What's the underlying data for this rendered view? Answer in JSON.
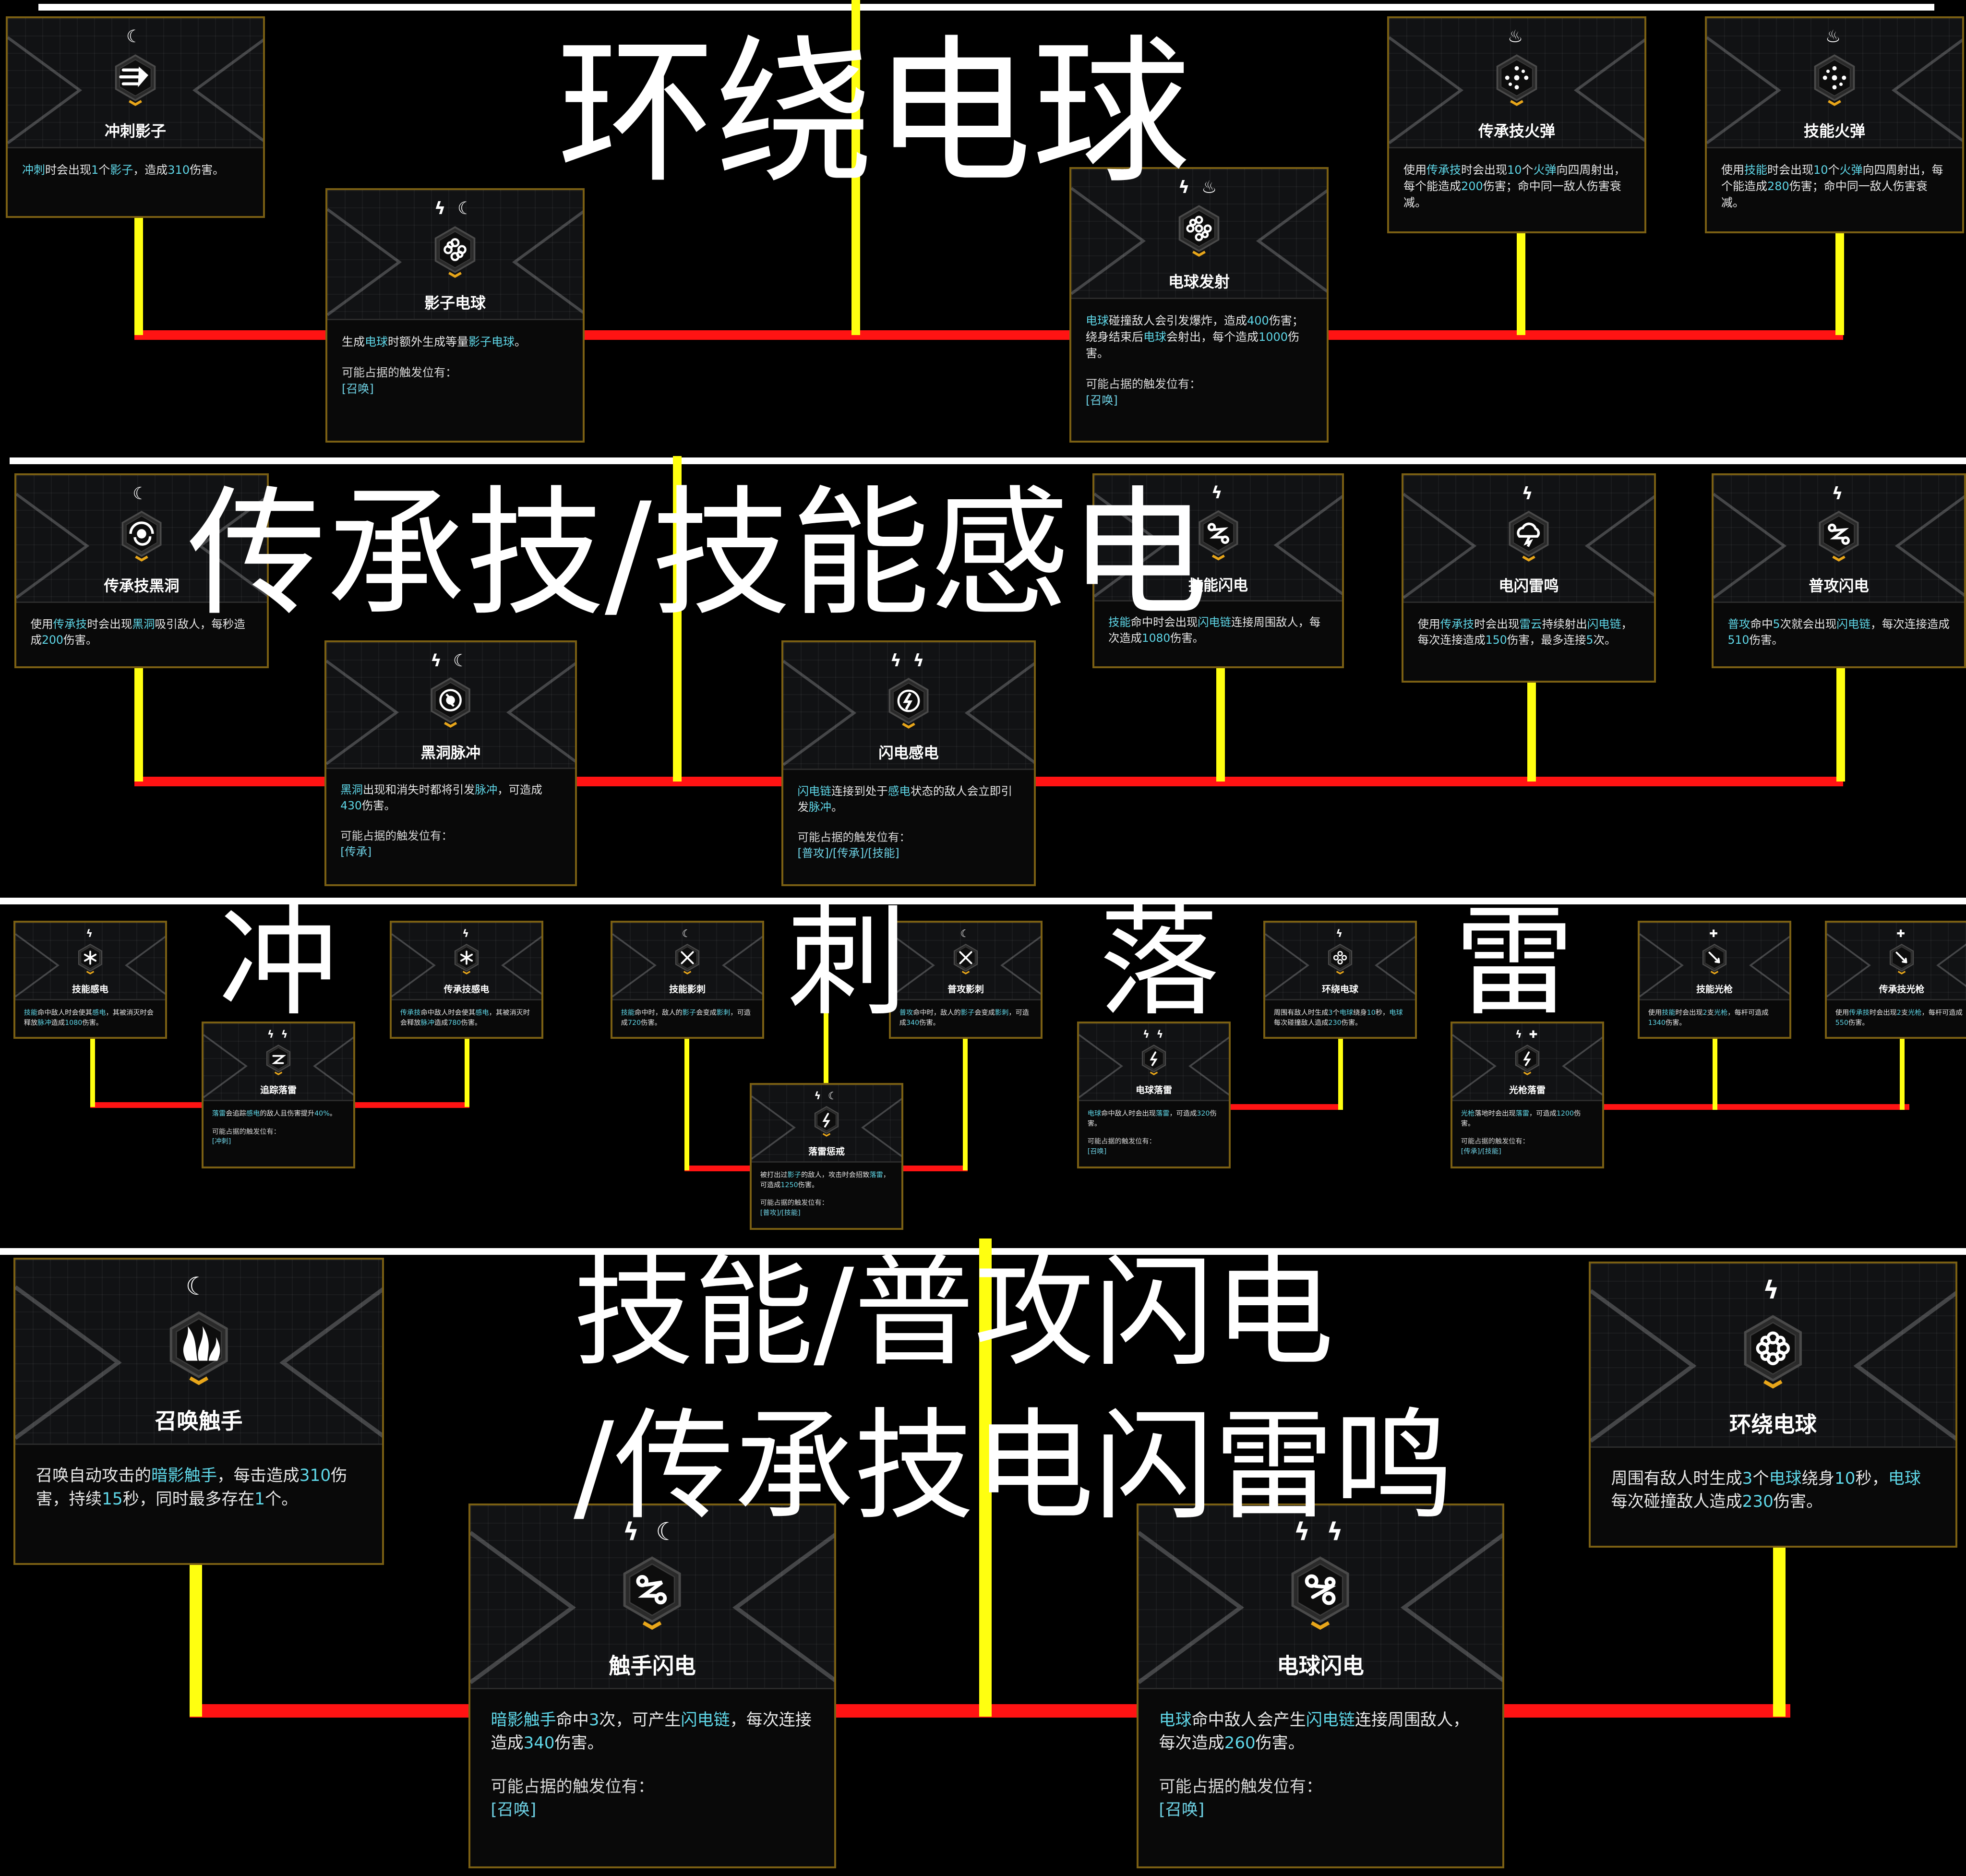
{
  "rows": [
    {
      "title": "环绕电球",
      "cards": [
        {
          "name": "冲刺影子",
          "elems": "☾",
          "icon": "dash-shadow-icon",
          "desc": [
            [
              "冲刺",
              1
            ],
            [
              "时会出现",
              0
            ],
            [
              "1",
              1
            ],
            [
              "个",
              0
            ],
            [
              "影子",
              1
            ],
            [
              "，造成",
              0
            ],
            [
              "310",
              1
            ],
            [
              "伤害。",
              0
            ]
          ],
          "trigger": null
        },
        {
          "name": "影子电球",
          "elems": "ϟ ☾",
          "icon": "shadow-orb-icon",
          "desc": [
            [
              "生成",
              0
            ],
            [
              "电球",
              1
            ],
            [
              "时额外生成等量",
              0
            ],
            [
              "影子电球",
              1
            ],
            [
              "。",
              0
            ]
          ],
          "trigger": {
            "title": "可能占据的触发位有：",
            "value": "[召唤]"
          }
        },
        {
          "name": "电球发射",
          "elems": "ϟ ♨",
          "icon": "orb-launch-icon",
          "desc": [
            [
              "电球",
              1
            ],
            [
              "碰撞敌人会引发爆炸，造成",
              0
            ],
            [
              "400",
              1
            ],
            [
              "伤害；绕身结束后",
              0
            ],
            [
              "电球",
              1
            ],
            [
              "会射出，每个造成",
              0
            ],
            [
              "1000",
              1
            ],
            [
              "伤害。",
              0
            ]
          ],
          "trigger": {
            "title": "可能占据的触发位有：",
            "value": "[召唤]"
          }
        },
        {
          "name": "传承技火弹",
          "elems": "♨",
          "icon": "fire-bullet-icon",
          "desc": [
            [
              "使用",
              0
            ],
            [
              "传承技",
              1
            ],
            [
              "时会出现",
              0
            ],
            [
              "10",
              1
            ],
            [
              "个",
              0
            ],
            [
              "火弹",
              1
            ],
            [
              "向四周射出，每个能造成",
              0
            ],
            [
              "200",
              1
            ],
            [
              "伤害；命中同一敌人伤害衰减。",
              0
            ]
          ],
          "trigger": null
        },
        {
          "name": "技能火弹",
          "elems": "♨",
          "icon": "skill-fire-bullet-icon",
          "desc": [
            [
              "使用",
              0
            ],
            [
              "技能",
              1
            ],
            [
              "时会出现",
              0
            ],
            [
              "10",
              1
            ],
            [
              "个",
              0
            ],
            [
              "火弹",
              1
            ],
            [
              "向四周射出，每个能造成",
              0
            ],
            [
              "280",
              1
            ],
            [
              "伤害；命中同一敌人伤害衰减。",
              0
            ]
          ],
          "trigger": null
        }
      ]
    },
    {
      "title": "传承技/技能感电",
      "cards": [
        {
          "name": "传承技黑洞",
          "elems": "☾",
          "icon": "black-hole-icon",
          "desc": [
            [
              "使用",
              0
            ],
            [
              "传承技",
              1
            ],
            [
              "时会出现",
              0
            ],
            [
              "黑洞",
              1
            ],
            [
              "吸引敌人，每秒造成",
              0
            ],
            [
              "200",
              1
            ],
            [
              "伤害。",
              0
            ]
          ],
          "trigger": null
        },
        {
          "name": "黑洞脉冲",
          "elems": "ϟ ☾",
          "icon": "black-hole-pulse-icon",
          "desc": [
            [
              "黑洞",
              1
            ],
            [
              "出现和消失时都将引发",
              0
            ],
            [
              "脉冲",
              1
            ],
            [
              "，可造成",
              0
            ],
            [
              "430",
              1
            ],
            [
              "伤害。",
              0
            ]
          ],
          "trigger": {
            "title": "可能占据的触发位有：",
            "value": "[传承]"
          }
        },
        {
          "name": "闪电感电",
          "elems": "ϟ ϟ",
          "icon": "lightning-shock-icon",
          "desc": [
            [
              "闪电链",
              1
            ],
            [
              "连接到处于",
              0
            ],
            [
              "感电",
              1
            ],
            [
              "状态的敌人会立即引发",
              0
            ],
            [
              "脉冲",
              1
            ],
            [
              "。",
              0
            ]
          ],
          "trigger": {
            "title": "可能占据的触发位有：",
            "value": "[普攻]/[传承]/[技能]"
          }
        },
        {
          "name": "技能闪电",
          "elems": "ϟ",
          "icon": "skill-lightning-icon",
          "desc": [
            [
              "技能",
              1
            ],
            [
              "命中时会出现",
              0
            ],
            [
              "闪电链",
              1
            ],
            [
              "连接周围敌人，每次造成",
              0
            ],
            [
              "1080",
              1
            ],
            [
              "伤害。",
              0
            ]
          ],
          "trigger": null
        },
        {
          "name": "电闪雷鸣",
          "elems": "ϟ",
          "icon": "thunder-cloud-icon",
          "desc": [
            [
              "使用",
              0
            ],
            [
              "传承技",
              1
            ],
            [
              "时会出现",
              0
            ],
            [
              "雷云",
              1
            ],
            [
              "持续射出",
              0
            ],
            [
              "闪电链",
              1
            ],
            [
              "，每次连接造成",
              0
            ],
            [
              "150",
              1
            ],
            [
              "伤害，最多连接",
              0
            ],
            [
              "5",
              1
            ],
            [
              "次。",
              0
            ]
          ],
          "trigger": null
        },
        {
          "name": "普攻闪电",
          "elems": "ϟ",
          "icon": "attack-lightning-icon",
          "desc": [
            [
              "普攻",
              1
            ],
            [
              "命中",
              0
            ],
            [
              "5",
              1
            ],
            [
              "次就会出现",
              0
            ],
            [
              "闪电链",
              1
            ],
            [
              "，每次连接造成",
              0
            ],
            [
              "510",
              1
            ],
            [
              "伤害。",
              0
            ]
          ],
          "trigger": null
        }
      ]
    },
    {
      "title_chars": [
        "冲",
        "刺",
        "落",
        "雷"
      ],
      "cards": [
        {
          "name": "技能感电",
          "elems": "ϟ",
          "icon": "skill-shock-icon",
          "desc": [
            [
              "技能",
              1
            ],
            [
              "命中敌人时会使其",
              0
            ],
            [
              "感电",
              1
            ],
            [
              "，其被消灭时会释放",
              0
            ],
            [
              "脉冲",
              1
            ],
            [
              "造成",
              0
            ],
            [
              "1080",
              1
            ],
            [
              "伤害。",
              0
            ]
          ],
          "trigger": null
        },
        {
          "name": "追踪落雷",
          "elems": "ϟ ϟ",
          "icon": "tracking-thunder-icon",
          "desc": [
            [
              "落雷",
              1
            ],
            [
              "会追踪",
              0
            ],
            [
              "感电",
              1
            ],
            [
              "的敌人且伤害提升",
              0
            ],
            [
              "40%",
              1
            ],
            [
              "。",
              0
            ]
          ],
          "trigger": {
            "title": "可能占据的触发位有：",
            "value": "[冲刺]"
          }
        },
        {
          "name": "传承技感电",
          "elems": "ϟ",
          "icon": "legacy-shock-icon",
          "desc": [
            [
              "传承技",
              1
            ],
            [
              "命中敌人时会使其",
              0
            ],
            [
              "感电",
              1
            ],
            [
              "，其被消灭时会释放",
              0
            ],
            [
              "脉冲",
              1
            ],
            [
              "造成",
              0
            ],
            [
              "780",
              1
            ],
            [
              "伤害。",
              0
            ]
          ],
          "trigger": null
        },
        {
          "name": "技能影刺",
          "elems": "☾",
          "icon": "skill-shadow-stab-icon",
          "desc": [
            [
              "技能",
              1
            ],
            [
              "命中时，敌人的",
              0
            ],
            [
              "影子",
              1
            ],
            [
              "会变成",
              0
            ],
            [
              "影刺",
              1
            ],
            [
              "，可造成",
              0
            ],
            [
              "720",
              1
            ],
            [
              "伤害。",
              0
            ]
          ],
          "trigger": null
        },
        {
          "name": "落雷惩戒",
          "elems": "ϟ ☾",
          "icon": "thunder-punish-icon",
          "desc": [
            [
              "被打出过",
              0
            ],
            [
              "影子",
              1
            ],
            [
              "的敌人，攻击时会招致",
              0
            ],
            [
              "落雷",
              1
            ],
            [
              "，可造成",
              0
            ],
            [
              "1250",
              1
            ],
            [
              "伤害。",
              0
            ]
          ],
          "trigger": {
            "title": "可能占据的触发位有：",
            "value": "[普攻]/[技能]"
          }
        },
        {
          "name": "普攻影刺",
          "elems": "☾",
          "icon": "attack-shadow-stab-icon",
          "desc": [
            [
              "普攻",
              1
            ],
            [
              "命中时，敌人的",
              0
            ],
            [
              "影子",
              1
            ],
            [
              "会变成",
              0
            ],
            [
              "影刺",
              1
            ],
            [
              "，可造成",
              0
            ],
            [
              "340",
              1
            ],
            [
              "伤害。",
              0
            ]
          ],
          "trigger": null
        },
        {
          "name": "电球落雷",
          "elems": "ϟ ϟ",
          "icon": "orb-thunder-icon",
          "desc": [
            [
              "电球",
              1
            ],
            [
              "命中敌人时会出现",
              0
            ],
            [
              "落雷",
              1
            ],
            [
              "，可造成",
              0
            ],
            [
              "320",
              1
            ],
            [
              "伤害。",
              0
            ]
          ],
          "trigger": {
            "title": "可能占据的触发位有：",
            "value": "[召唤]"
          }
        },
        {
          "name": "环绕电球",
          "elems": "ϟ",
          "icon": "orbit-orb-icon-small",
          "desc": [
            [
              "周围有敌人时生成",
              0
            ],
            [
              "3",
              1
            ],
            [
              "个",
              0
            ],
            [
              "电球",
              1
            ],
            [
              "绕身",
              0
            ],
            [
              "10",
              1
            ],
            [
              "秒，",
              0
            ],
            [
              "电球",
              1
            ],
            [
              "每次碰撞敌人造成",
              0
            ],
            [
              "230",
              1
            ],
            [
              "伤害。",
              0
            ]
          ],
          "trigger": null
        },
        {
          "name": "光枪落雷",
          "elems": "ϟ ✚",
          "icon": "light-spear-thunder-icon",
          "desc": [
            [
              "光枪",
              1
            ],
            [
              "落地时会出现",
              0
            ],
            [
              "落雷",
              1
            ],
            [
              "，可造成",
              0
            ],
            [
              "1200",
              1
            ],
            [
              "伤害。",
              0
            ]
          ],
          "trigger": {
            "title": "可能占据的触发位有：",
            "value": "[传承]/[技能]"
          }
        },
        {
          "name": "技能光枪",
          "elems": "✚",
          "icon": "skill-light-spear-icon",
          "desc": [
            [
              "使用",
              0
            ],
            [
              "技能",
              1
            ],
            [
              "时会出现",
              0
            ],
            [
              "2",
              1
            ],
            [
              "支",
              0
            ],
            [
              "光枪",
              1
            ],
            [
              "，每杆可造成",
              0
            ],
            [
              "1340",
              1
            ],
            [
              "伤害。",
              0
            ]
          ],
          "trigger": null
        },
        {
          "name": "传承技光枪",
          "elems": "✚",
          "icon": "legacy-light-spear-icon",
          "desc": [
            [
              "使用",
              0
            ],
            [
              "传承技",
              1
            ],
            [
              "时会出现",
              0
            ],
            [
              "2",
              1
            ],
            [
              "支",
              0
            ],
            [
              "光枪",
              1
            ],
            [
              "，每杆可造成",
              0
            ],
            [
              "550",
              1
            ],
            [
              "伤害。",
              0
            ]
          ],
          "trigger": null
        }
      ]
    },
    {
      "title_lines": [
        "技能/普攻闪电",
        "/传承技电闪雷鸣"
      ],
      "cards": [
        {
          "name": "召唤触手",
          "elems": "☾",
          "icon": "summon-tentacle-icon",
          "desc": [
            [
              "召唤自动攻击的",
              0
            ],
            [
              "暗影触手",
              1
            ],
            [
              "，每击造成",
              0
            ],
            [
              "310",
              1
            ],
            [
              "伤害，持续",
              0
            ],
            [
              "15",
              1
            ],
            [
              "秒，同时最多存在",
              0
            ],
            [
              "1",
              1
            ],
            [
              "个。",
              0
            ]
          ],
          "trigger": null
        },
        {
          "name": "触手闪电",
          "elems": "ϟ ☾",
          "icon": "tentacle-lightning-icon",
          "desc": [
            [
              "暗影触手",
              1
            ],
            [
              "命中",
              0
            ],
            [
              "3",
              1
            ],
            [
              "次，可产生",
              0
            ],
            [
              "闪电链",
              1
            ],
            [
              "，每次连接造成",
              0
            ],
            [
              "340",
              1
            ],
            [
              "伤害。",
              0
            ]
          ],
          "trigger": {
            "title": "可能占据的触发位有：",
            "value": "[召唤]"
          }
        },
        {
          "name": "电球闪电",
          "elems": "ϟ ϟ",
          "icon": "orb-lightning-icon",
          "desc": [
            [
              "电球",
              1
            ],
            [
              "命中敌人会产生",
              0
            ],
            [
              "闪电链",
              1
            ],
            [
              "连接周围敌人，每次造成",
              0
            ],
            [
              "260",
              1
            ],
            [
              "伤害。",
              0
            ]
          ],
          "trigger": {
            "title": "可能占据的触发位有：",
            "value": "[召唤]"
          }
        },
        {
          "name": "环绕电球",
          "elems": "ϟ",
          "icon": "orbit-orb-icon",
          "desc": [
            [
              "周围有敌人时生成",
              0
            ],
            [
              "3",
              1
            ],
            [
              "个",
              0
            ],
            [
              "电球",
              1
            ],
            [
              "绕身",
              0
            ],
            [
              "10",
              1
            ],
            [
              "秒，",
              0
            ],
            [
              "电球",
              1
            ],
            [
              "每次碰撞敌人造成",
              0
            ],
            [
              "230",
              1
            ],
            [
              "伤害。",
              0
            ]
          ],
          "trigger": null
        }
      ]
    }
  ]
}
